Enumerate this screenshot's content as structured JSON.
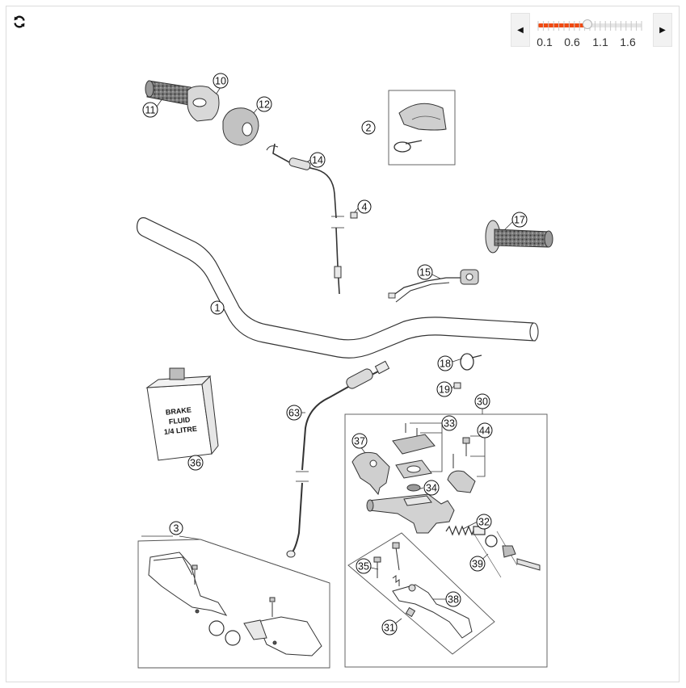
{
  "toolbar": {
    "reset_icon": "refresh-icon",
    "zoom_out_icon": "triangle-left",
    "zoom_in_icon": "triangle-right"
  },
  "zoom": {
    "min": 0.1,
    "max": 2.0,
    "value": 1.0,
    "tick_labels": [
      "0.1",
      "0.6",
      "1.1",
      "1.6"
    ],
    "accent_color": "#f04a12"
  },
  "diagram": {
    "callouts": {
      "c1": "1",
      "c2": "2",
      "c3": "3",
      "c4": "4",
      "c10": "10",
      "c11": "11",
      "c12": "12",
      "c14": "14",
      "c15": "15",
      "c17": "17",
      "c18": "18",
      "c19": "19",
      "c30": "30",
      "c31": "31",
      "c32": "32",
      "c33": "33",
      "c34": "34",
      "c35": "35",
      "c36": "36",
      "c37": "37",
      "c38": "38",
      "c39": "39",
      "c44": "44",
      "c63": "63"
    },
    "brake_fluid_label": [
      "BRAKE",
      "FLUID",
      "1/4 LITRE"
    ]
  }
}
